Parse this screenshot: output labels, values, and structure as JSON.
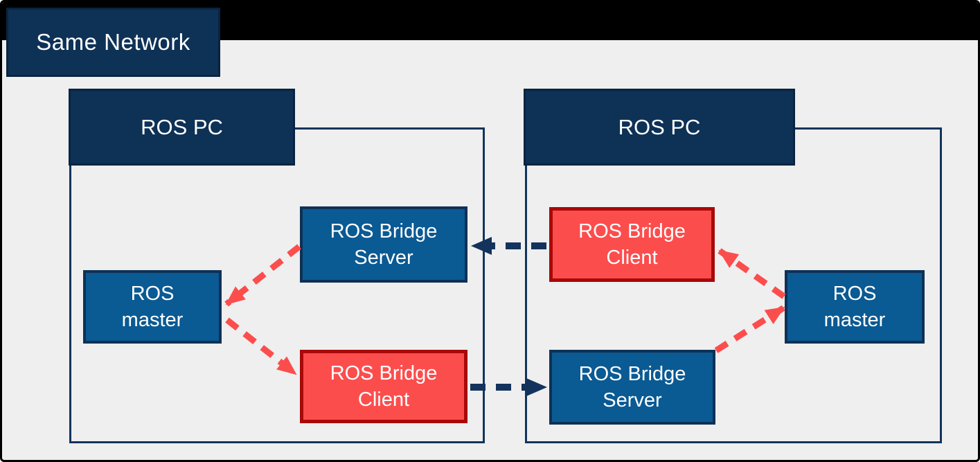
{
  "network_label": "Same Network",
  "left_pc": {
    "title": "ROS PC",
    "bridge_server_label": "ROS Bridge\nServer",
    "bridge_client_label": "ROS Bridge\nClient",
    "master_label": "ROS\nmaster"
  },
  "right_pc": {
    "title": "ROS PC",
    "bridge_client_label": "ROS Bridge\nClient",
    "bridge_server_label": "ROS Bridge\nServer",
    "master_label": "ROS\nmaster"
  },
  "arrows": [
    {
      "from": "right-pc-bridge-client",
      "to": "left-pc-bridge-server",
      "style": "navy-dashed"
    },
    {
      "from": "left-pc-bridge-client",
      "to": "right-pc-bridge-server",
      "style": "navy-dashed"
    },
    {
      "from": "left-pc-bridge-server",
      "to": "left-pc-ros-master",
      "style": "red-dashed"
    },
    {
      "from": "left-pc-ros-master",
      "to": "left-pc-bridge-client",
      "style": "red-dashed"
    },
    {
      "from": "right-pc-bridge-server",
      "to": "right-pc-ros-master",
      "style": "red-dashed"
    },
    {
      "from": "right-pc-ros-master",
      "to": "right-pc-bridge-client",
      "style": "red-dashed"
    }
  ],
  "colors": {
    "background": "#efefef",
    "top_bar": "#000000",
    "navy_fill": "#0e3156",
    "navy_line": "#13335c",
    "blue_node": "#0a5a93",
    "red_node": "#fc4d4d",
    "red_node_border": "#a80909",
    "text": "#ffffff"
  }
}
